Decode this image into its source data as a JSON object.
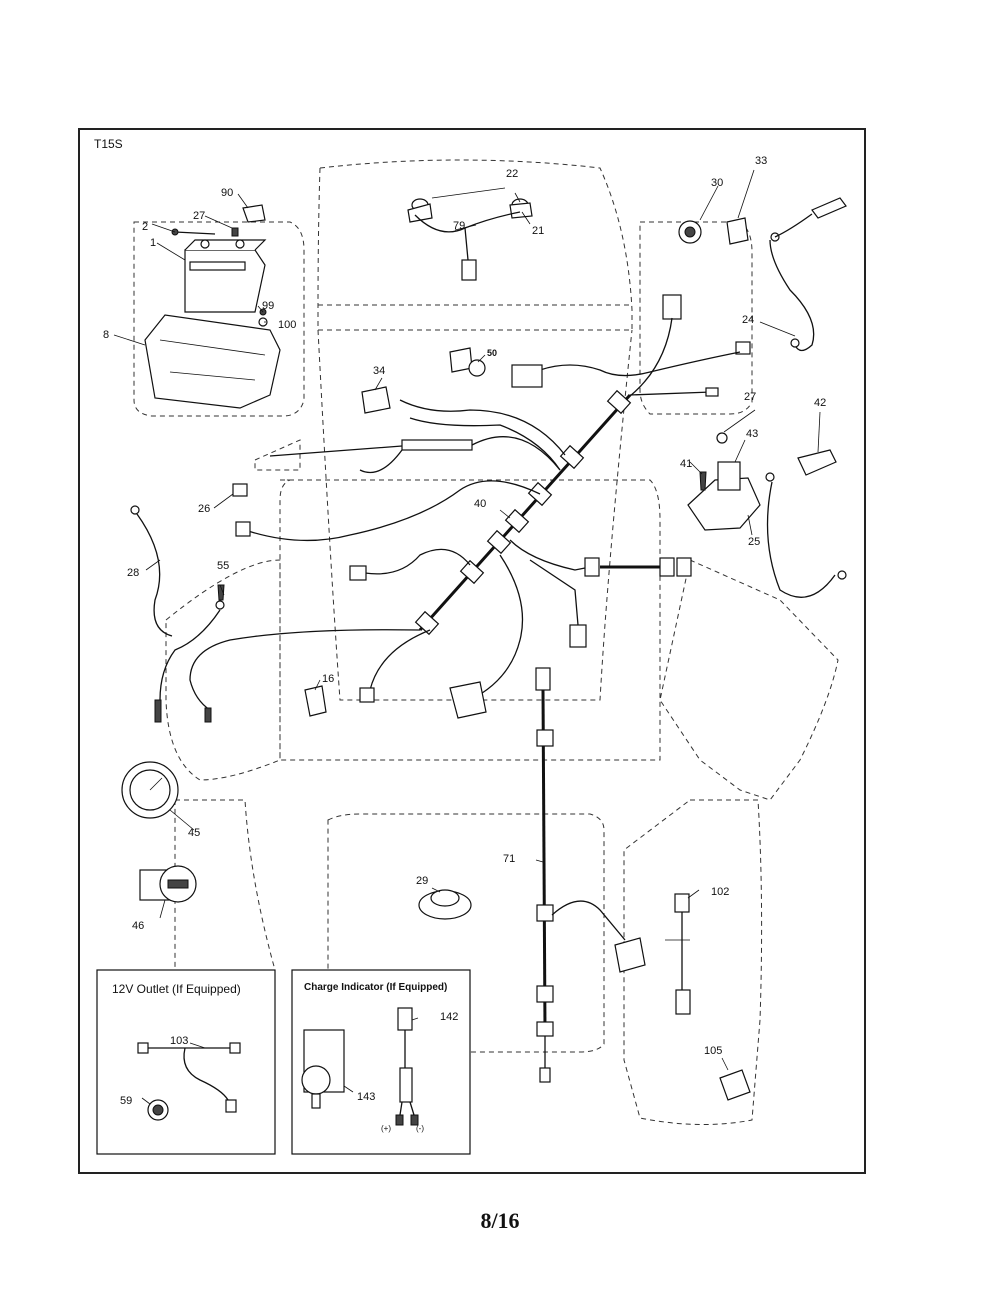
{
  "diagram": {
    "model": "T15S",
    "page": "8/16",
    "callouts": {
      "c1": "1",
      "c2": "2",
      "c8": "8",
      "c16": "16",
      "c21": "21",
      "c22": "22",
      "c24": "24",
      "c25": "25",
      "c26": "26",
      "c27a": "27",
      "c27b": "27",
      "c28": "28",
      "c29": "29",
      "c30": "30",
      "c33": "33",
      "c34": "34",
      "c40": "40",
      "c41": "41",
      "c42": "42",
      "c43": "43",
      "c45": "45",
      "c46": "46",
      "c50": "50",
      "c55": "55",
      "c59": "59",
      "c71": "71",
      "c79": "79",
      "c90": "90",
      "c99": "99",
      "c100": "100",
      "c102": "102",
      "c103": "103",
      "c105": "105",
      "c142": "142",
      "c143": "143"
    },
    "inset_outlet": {
      "title": "12V Outlet  (If Equipped)"
    },
    "inset_charge": {
      "title": "Charge Indicator (If Equipped)",
      "plus": "(+)",
      "minus": "(-)"
    }
  }
}
